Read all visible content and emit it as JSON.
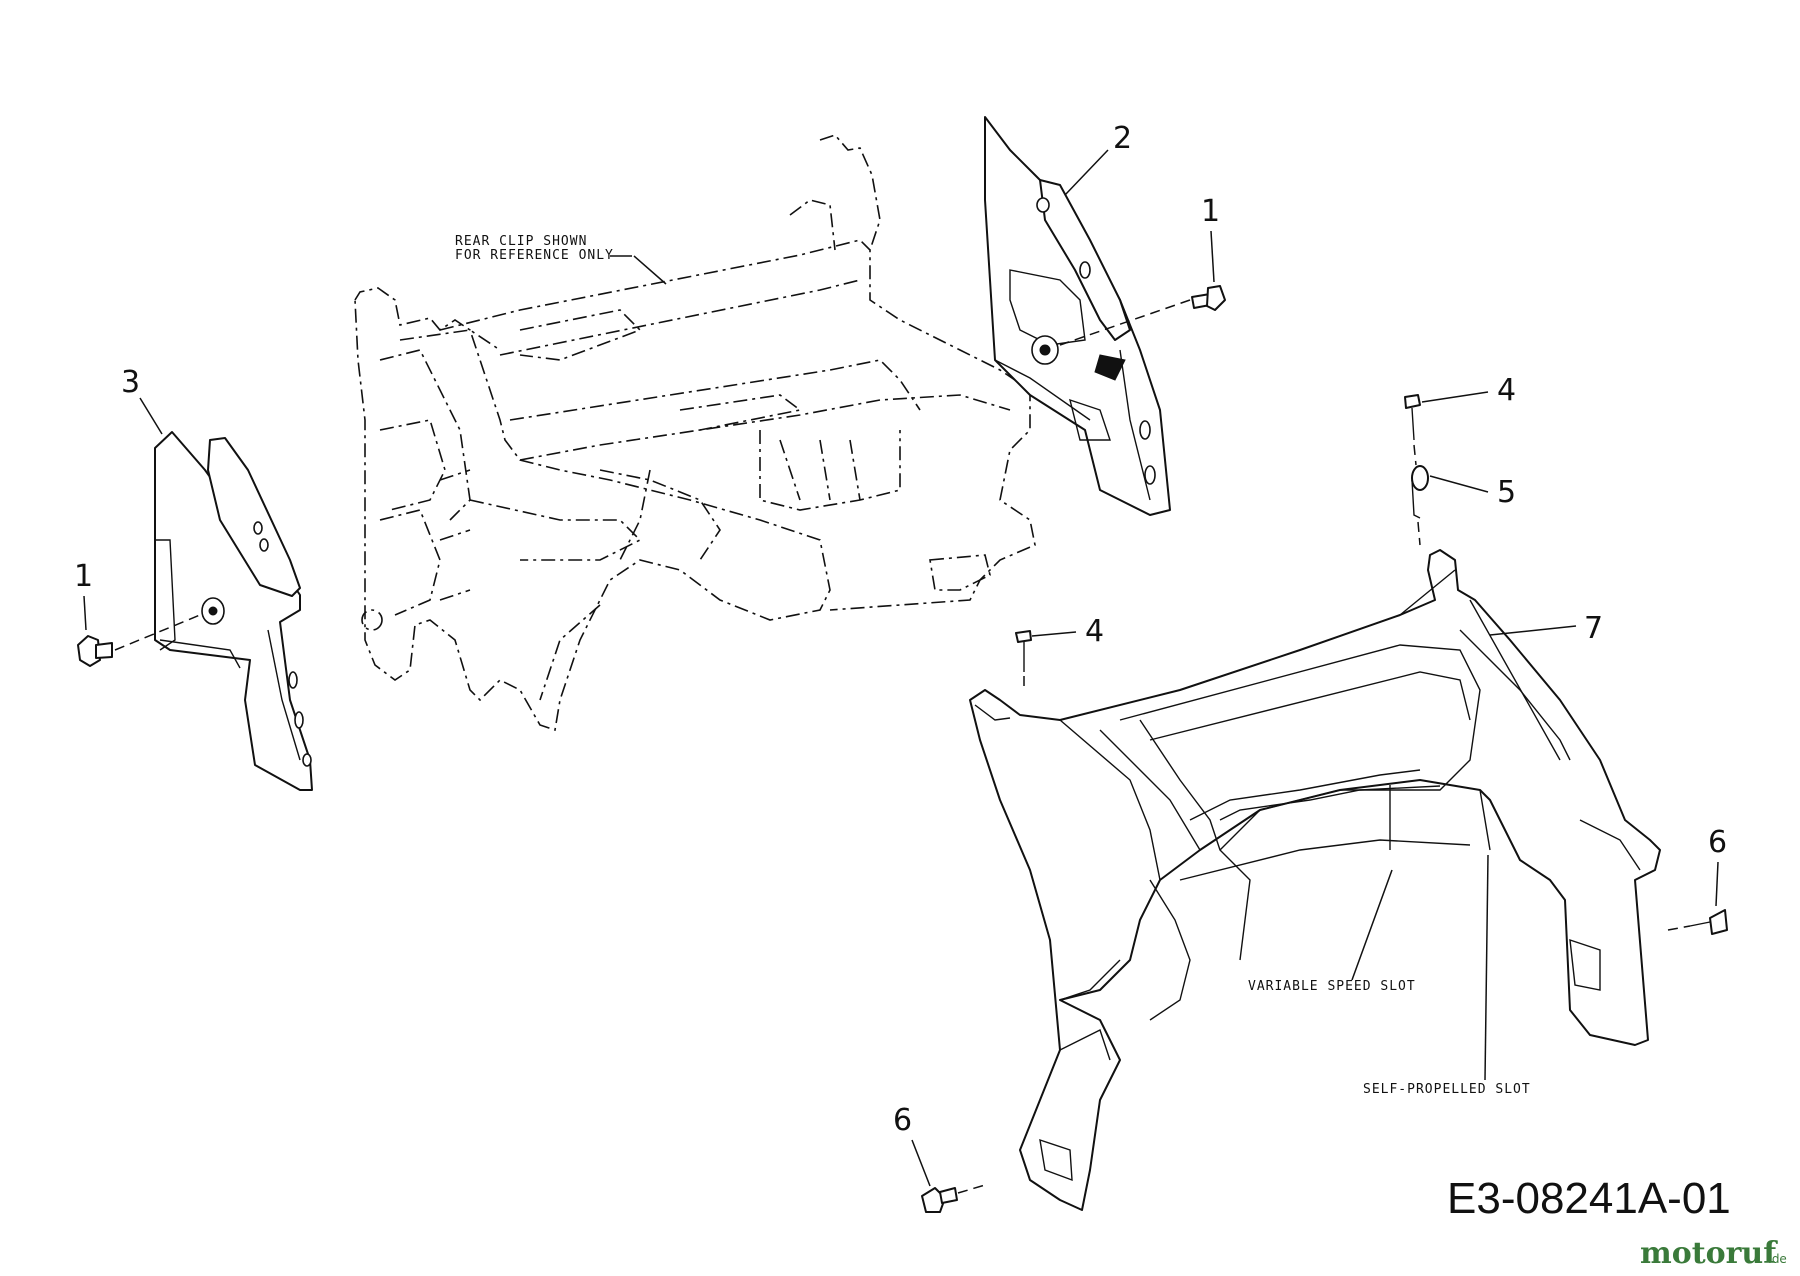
{
  "callouts": [
    {
      "label": "1"
    },
    {
      "label": "1"
    },
    {
      "label": "2"
    },
    {
      "label": "3"
    },
    {
      "label": "4"
    },
    {
      "label": "4"
    },
    {
      "label": "5"
    },
    {
      "label": "6"
    },
    {
      "label": "6"
    },
    {
      "label": "7"
    }
  ],
  "notes": {
    "rear_clip_line1": "REAR CLIP SHOWN",
    "rear_clip_line2": "FOR REFERENCE ONLY",
    "variable_speed": "VARIABLE SPEED SLOT",
    "self_propelled": "SELF-PROPELLED SLOT"
  },
  "drawing_number": "E3-08241A-01",
  "watermark": {
    "brand": "motoruf",
    "suffix": ".de",
    "brand_color": "#3a7a3a",
    "accent_color": "#d9a400"
  }
}
